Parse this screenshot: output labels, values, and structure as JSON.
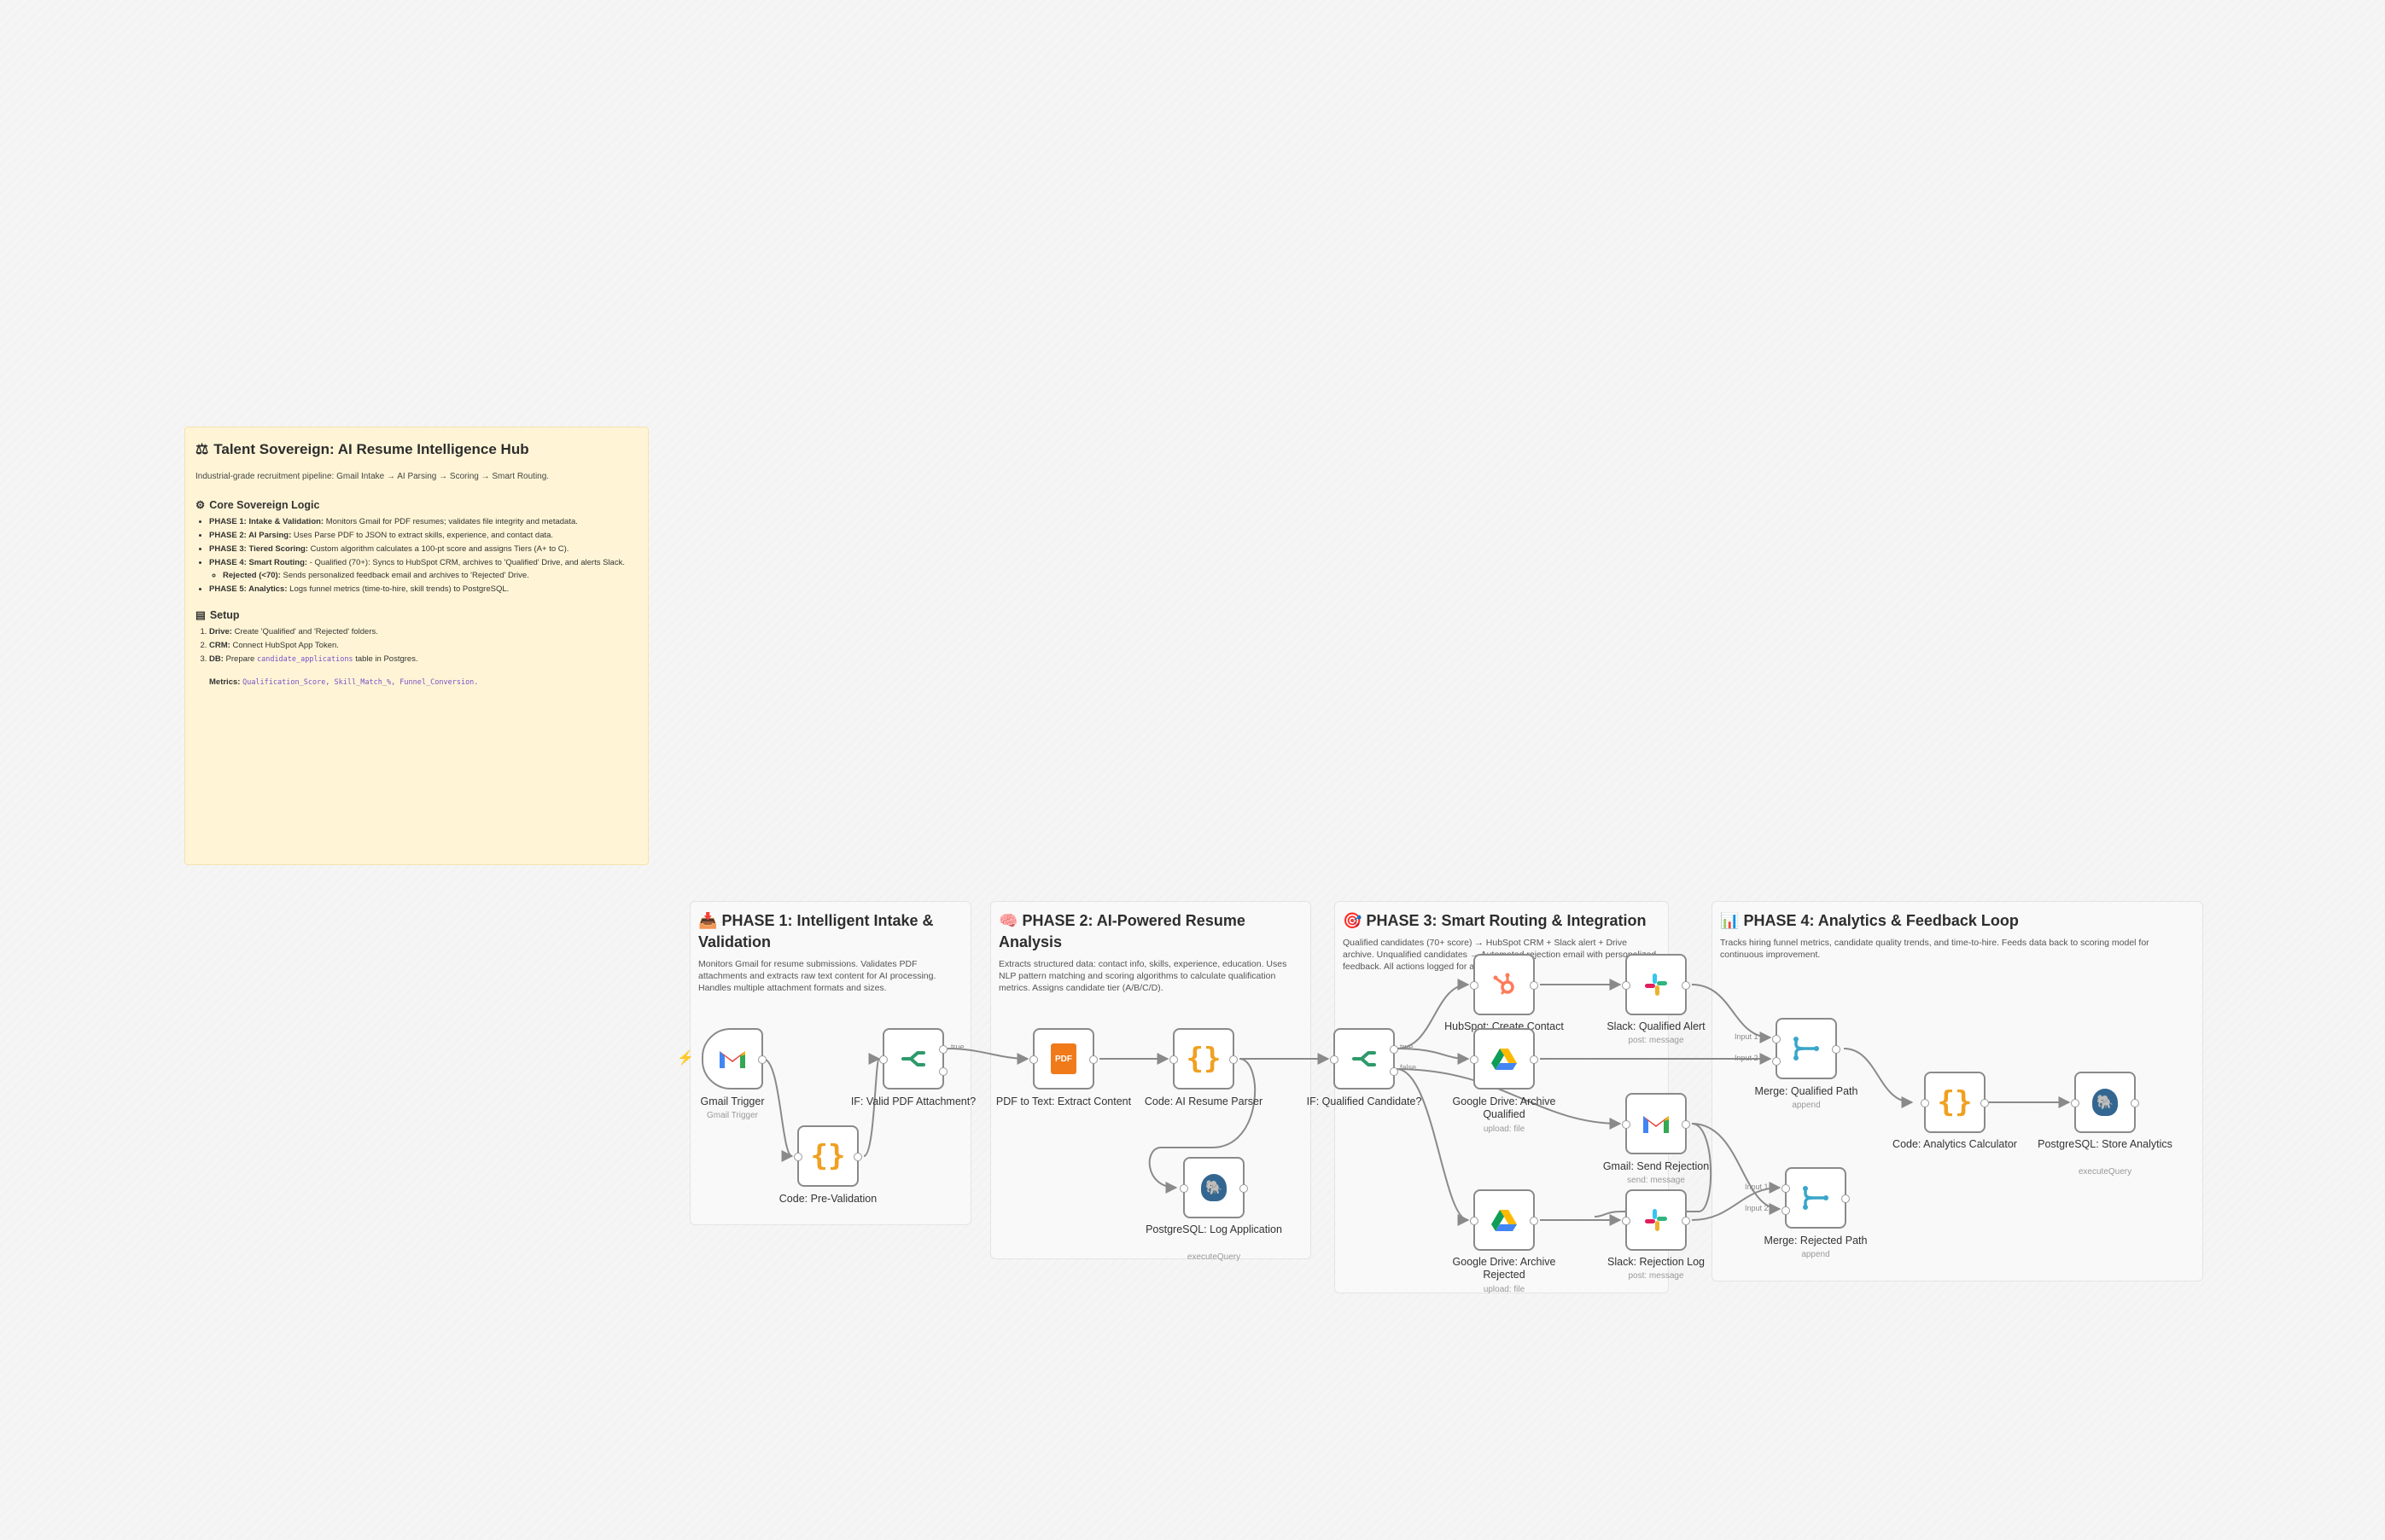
{
  "sticky_note": {
    "title": "Talent Sovereign: AI Resume Intelligence Hub",
    "title_icon": "balance-scale-icon",
    "subtitle": "Industrial-grade recruitment pipeline: Gmail Intake → AI Parsing → Scoring → Smart Routing.",
    "logic_heading": "Core Sovereign Logic",
    "logic_items": [
      {
        "label": "PHASE 1: Intake & Validation:",
        "text": " Monitors Gmail for PDF resumes; validates file integrity and metadata."
      },
      {
        "label": "PHASE 2: AI Parsing:",
        "text": " Uses Parse PDF to JSON to extract skills, experience, and contact data."
      },
      {
        "label": "PHASE 3: Tiered Scoring:",
        "text": " Custom algorithm calculates a 100-pt score and assigns Tiers (A+ to C)."
      },
      {
        "label": "PHASE 4: Smart Routing:",
        "text": " - Qualified (70+): Syncs to HubSpot CRM, archives to 'Qualified' Drive, and alerts Slack."
      },
      {
        "label": "PHASE 5: Analytics:",
        "text": " Logs funnel metrics (time-to-hire, skill trends) to PostgreSQL."
      }
    ],
    "rejected_sub": {
      "label": "Rejected (<70):",
      "text": " Sends personalized feedback email and archives to 'Rejected' Drive."
    },
    "setup_heading": "Setup",
    "setup_items": [
      {
        "label": "Drive:",
        "text": " Create 'Qualified' and 'Rejected' folders."
      },
      {
        "label": "CRM:",
        "text": " Connect HubSpot App Token."
      },
      {
        "label": "DB:",
        "text": " Prepare ",
        "code": "candidate_applications",
        "tail": " table in Postgres."
      }
    ],
    "metrics_label": "Metrics:",
    "metrics_code": "Qualification_Score, Skill_Match_%, Funnel_Conversion."
  },
  "phases": [
    {
      "title": "PHASE 1: Intelligent Intake & Validation",
      "icon": "inbox-icon",
      "desc": "Monitors Gmail for resume submissions. Validates PDF attachments and extracts raw text content for AI processing. Handles multiple attachment formats and sizes."
    },
    {
      "title": "PHASE 2: AI-Powered Resume Analysis",
      "icon": "brain-icon",
      "desc": "Extracts structured data: contact info, skills, experience, education. Uses NLP pattern matching and scoring algorithms to calculate qualification metrics. Assigns candidate tier (A/B/C/D)."
    },
    {
      "title": "PHASE 3: Smart Routing & Integration",
      "icon": "target-icon",
      "desc": "Qualified candidates (70+ score) → HubSpot CRM + Slack alert + Drive archive. Unqualified candidates → Automated rejection email with personalized feedback. All actions logged for analytics."
    },
    {
      "title": "PHASE 4: Analytics & Feedback Loop",
      "icon": "bar-chart-icon",
      "desc": "Tracks hiring funnel metrics, candidate quality trends, and time-to-hire. Feeds data back to scoring model for continuous improvement."
    }
  ],
  "nodes": {
    "gmail_trigger": {
      "label": "Gmail Trigger",
      "sub": "Gmail Trigger"
    },
    "code_prevalidation": {
      "label": "Code: Pre-Validation"
    },
    "if_valid_pdf": {
      "label": "IF: Valid PDF Attachment?"
    },
    "pdf_to_text": {
      "label": "PDF to Text: Extract Content"
    },
    "code_ai_parser": {
      "label": "Code: AI Resume Parser"
    },
    "pg_log_application": {
      "label": "PostgreSQL: Log Application",
      "sub": "executeQuery"
    },
    "if_qualified": {
      "label": "IF: Qualified Candidate?"
    },
    "hubspot_create": {
      "label": "HubSpot: Create Contact"
    },
    "slack_qualified": {
      "label": "Slack: Qualified Alert",
      "sub": "post: message"
    },
    "gdrive_qualified": {
      "label": "Google Drive: Archive Qualified",
      "sub": "upload: file"
    },
    "gmail_rejection": {
      "label": "Gmail: Send Rejection",
      "sub": "send: message"
    },
    "gdrive_rejected": {
      "label": "Google Drive: Archive Rejected",
      "sub": "upload: file"
    },
    "slack_rejection": {
      "label": "Slack: Rejection Log",
      "sub": "post: message"
    },
    "merge_qualified": {
      "label": "Merge: Qualified Path",
      "sub": "append"
    },
    "merge_rejected": {
      "label": "Merge: Rejected Path",
      "sub": "append"
    },
    "code_analytics": {
      "label": "Code: Analytics Calculator"
    },
    "pg_store_analytics": {
      "label": "PostgreSQL: Store Analytics",
      "sub": "executeQuery"
    }
  },
  "edge_labels": {
    "true": "true",
    "false": "false",
    "input1": "Input 1",
    "input2": "Input 2"
  },
  "colors": {
    "canvas_bg": "#f5f5f5",
    "sticky_bg": "#fff5d6",
    "edge": "#8a8a8a",
    "gmail_red": "#ea4335",
    "if_green": "#2e9a6b",
    "code_orange": "#f0a020",
    "pdf_orange": "#f07a1a",
    "hubspot_orange": "#ff7a59",
    "postgres_blue": "#336791",
    "merge_cyan": "#3aa6c9"
  }
}
